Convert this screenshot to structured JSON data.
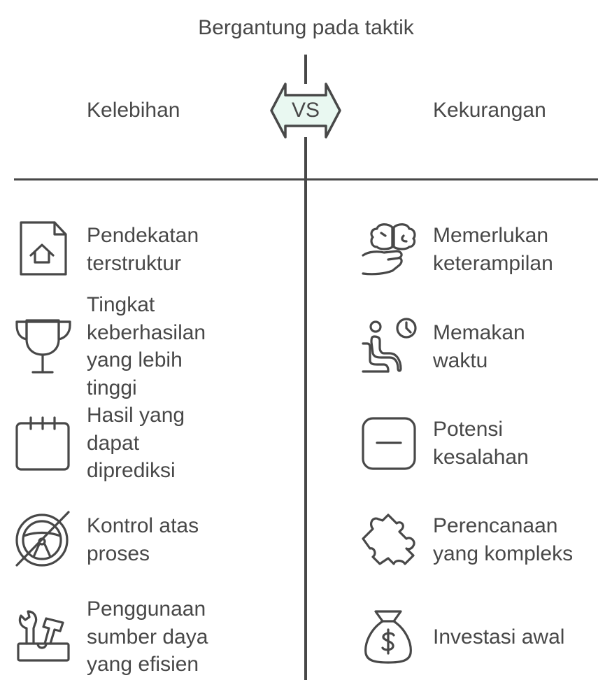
{
  "title": "Bergantung pada taktik",
  "vs_label": "VS",
  "colors": {
    "line": "#484848",
    "text": "#484848",
    "vs_fill": "#e9f8f1"
  },
  "left": {
    "heading": "Kelebihan",
    "items": [
      {
        "icon": "document-home-icon",
        "lines": [
          "Pendekatan",
          "terstruktur"
        ]
      },
      {
        "icon": "trophy-icon",
        "lines": [
          "Tingkat",
          "keberhasilan",
          "yang lebih",
          "tinggi"
        ]
      },
      {
        "icon": "calendar-icon",
        "lines": [
          "Hasil yang",
          "dapat",
          "diprediksi"
        ]
      },
      {
        "icon": "steering-wheel-off-icon",
        "lines": [
          "Kontrol atas",
          "proses"
        ]
      },
      {
        "icon": "toolbox-icon",
        "lines": [
          "Penggunaan",
          "sumber daya",
          "yang efisien"
        ]
      }
    ]
  },
  "right": {
    "heading": "Kekurangan",
    "items": [
      {
        "icon": "brain-hand-icon",
        "lines": [
          "Memerlukan",
          "keterampilan"
        ]
      },
      {
        "icon": "waiting-clock-icon",
        "lines": [
          "Memakan",
          "waktu"
        ]
      },
      {
        "icon": "minus-square-icon",
        "lines": [
          "Potensi",
          "kesalahan"
        ]
      },
      {
        "icon": "puzzle-icon",
        "lines": [
          "Perencanaan",
          "yang kompleks"
        ]
      },
      {
        "icon": "money-bag-icon",
        "lines": [
          "Investasi awal"
        ]
      }
    ]
  }
}
